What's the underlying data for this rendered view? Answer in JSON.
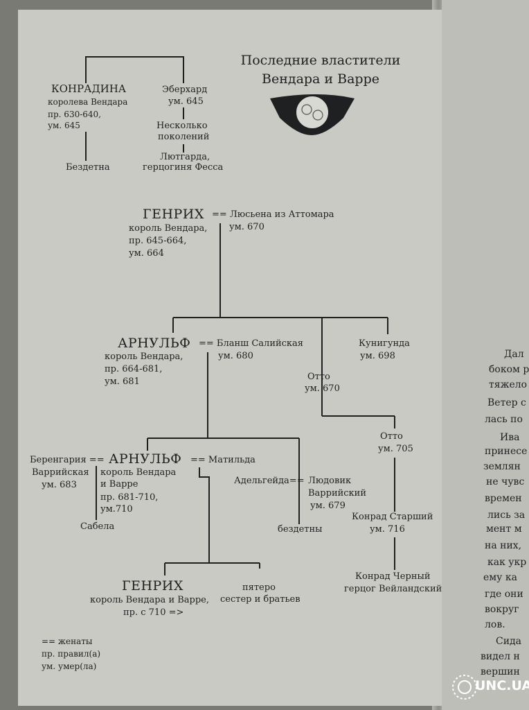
{
  "header": {
    "title_line1": "Последние властители",
    "title_line2": "Вендара и Варре"
  },
  "tree": {
    "konradina": "КОНРАДИНА",
    "konradina_info": [
      "королева Вендара",
      "пр. 630-640,",
      "ум. 645"
    ],
    "bezdetna": "Бездетна",
    "eberhard": [
      "Эберхард",
      "ум. 645"
    ],
    "neskolko": [
      "Несколько",
      "поколений"
    ],
    "lyutgarda": [
      "Лютгарда,",
      "герцогиня Фесса"
    ],
    "genrikh1": "ГЕНРИХ",
    "genrikh1_wife": "== Люсьена из Аттомара",
    "genrikh1_wife_died": "ум. 670",
    "genrikh1_info": [
      "король Вендара,",
      "пр. 645-664,",
      "ум. 664"
    ],
    "arnulf1": "АРНУЛЬФ",
    "arnulf1_wife": "== Бланш Салийская",
    "arnulf1_wife_died": "ум. 680",
    "arnulf1_info": [
      "король Вендара,",
      "пр. 664-681,",
      "ум. 681"
    ],
    "kunigunda": [
      "Кунигунда",
      "ум. 698"
    ],
    "otto1": [
      "Отто",
      "ум. 670"
    ],
    "otto2": [
      "Отто",
      "ум. 705"
    ],
    "berengaria": [
      "Беренгария ==",
      "Варрийская",
      "ум. 683"
    ],
    "arnulf2": "АРНУЛЬФ",
    "arnulf2_wife": "== Матильда",
    "arnulf2_info": [
      "король Вендара",
      "и Варре",
      "пр. 681-710,",
      "ум.710"
    ],
    "adelgeida": "Адельгейда==",
    "lyudovik": [
      "Людовик",
      "Варрийский",
      "ум. 679"
    ],
    "bezdetny": "бездетны",
    "sabela": "Сабела",
    "konrad_st": [
      "Конрад Старший",
      "ум. 716"
    ],
    "konrad_ch": [
      "Конрад Черный",
      "герцог Вейландский"
    ],
    "genrikh2": "ГЕНРИХ",
    "genrikh2_info": [
      "король Вендара и Варре,",
      "пр. с 710 =>"
    ],
    "pyatero": [
      "пятеро",
      "сестер и братьев"
    ]
  },
  "legend": [
    "==  женаты",
    "пр.  правил(а)",
    "ум.  умер(ла)"
  ],
  "right_page": [
    "Дал",
    "боком р",
    "тяжело",
    "Ветер с",
    "лась по",
    "Ива",
    "принесе",
    "землян",
    "не чувс",
    "времен",
    "лись за",
    "мент м",
    "на них,",
    "как укр",
    "ему ка",
    "где они",
    "вокруг",
    "лов.",
    "Сида",
    "видел н",
    "вершин"
  ],
  "watermark": "UNC.UA"
}
